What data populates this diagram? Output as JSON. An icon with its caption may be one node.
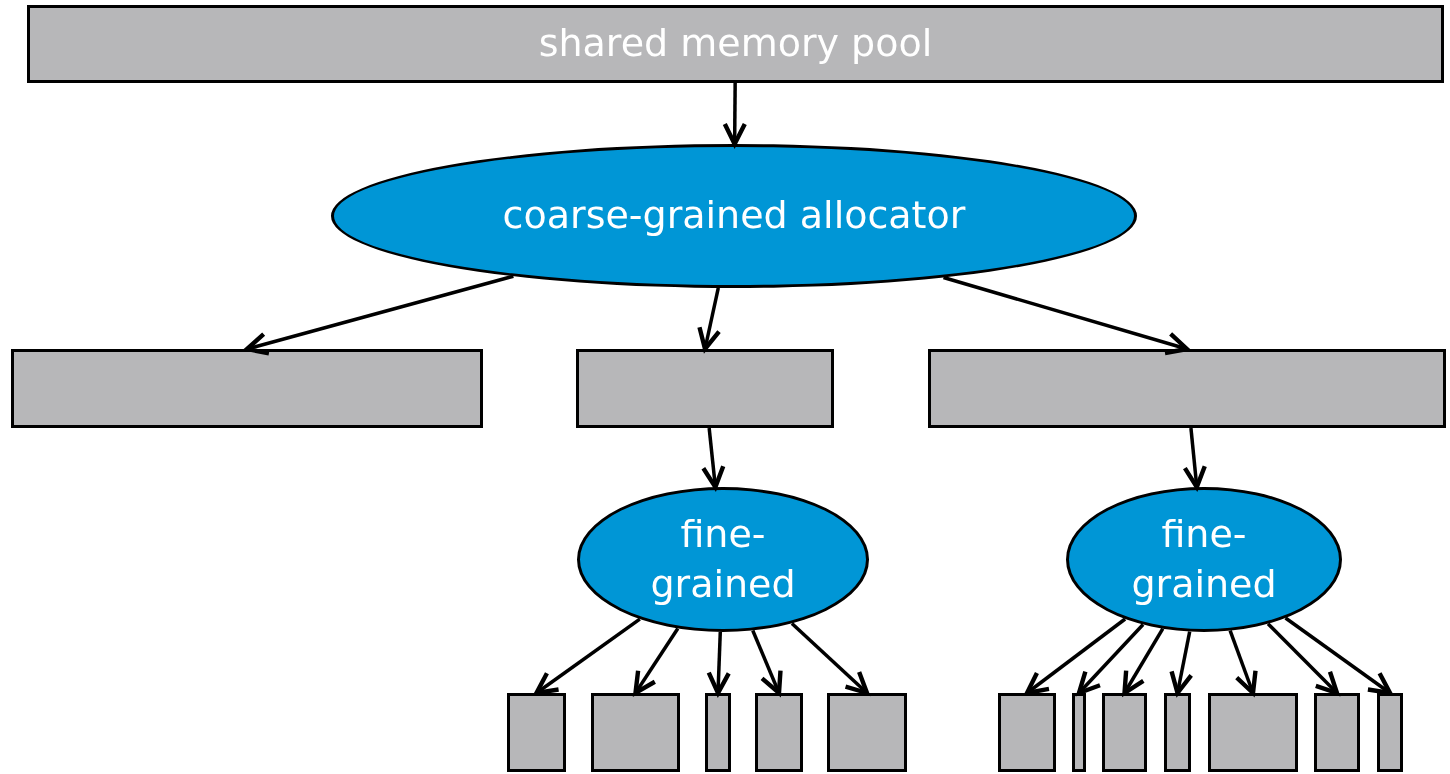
{
  "diagram": {
    "nodes": [
      {
        "text": [
          "shared memory pool"
        ]
      },
      {
        "text": [
          "coarse-grained allocator"
        ]
      },
      {
        "text": [],
        "shape": "box"
      },
      {
        "text": [],
        "shape": "box"
      },
      {
        "text": [],
        "shape": "box"
      },
      {
        "text": [
          "fine-grained"
        ]
      },
      {
        "text": [
          "fine-grained"
        ]
      },
      {
        "text": [],
        "shape": "box"
      },
      {
        "text": [],
        "shape": "box"
      },
      {
        "text": [],
        "shape": "box"
      },
      {
        "text": [],
        "shape": "box"
      },
      {
        "text": [],
        "shape": "box"
      },
      {
        "text": [],
        "shape": "box"
      },
      {
        "text": [],
        "shape": "box"
      },
      {
        "text": [],
        "shape": "box"
      },
      {
        "text": [],
        "shape": "box"
      },
      {
        "text": [],
        "shape": "box"
      },
      {
        "text": [],
        "shape": "box"
      },
      {
        "text": [],
        "shape": "box"
      }
    ],
    "edges": [
      {
        "from": 0,
        "to": 1,
        "arrow": "to"
      },
      {
        "from": 1,
        "to": 2,
        "arrow": "to"
      },
      {
        "from": 1,
        "to": 3,
        "arrow": "to"
      },
      {
        "from": 1,
        "to": 4,
        "arrow": "to"
      },
      {
        "from": 3,
        "to": 5,
        "arrow": "to"
      },
      {
        "from": 4,
        "to": 6,
        "arrow": "to"
      },
      {
        "from": 5,
        "to": 7,
        "arrow": "to"
      },
      {
        "from": 5,
        "to": 8,
        "arrow": "to"
      },
      {
        "from": 5,
        "to": 9,
        "arrow": "to"
      },
      {
        "from": 5,
        "to": 10,
        "arrow": "to"
      },
      {
        "from": 5,
        "to": 11,
        "arrow": "to"
      },
      {
        "from": 6,
        "to": 12,
        "arrow": "to"
      },
      {
        "from": 6,
        "to": 13,
        "arrow": "to"
      },
      {
        "from": 6,
        "to": 14,
        "arrow": "to"
      },
      {
        "from": 6,
        "to": 15,
        "arrow": "to"
      },
      {
        "from": 6,
        "to": 16,
        "arrow": "to"
      },
      {
        "from": 6,
        "to": 17,
        "arrow": "to"
      },
      {
        "from": 6,
        "to": 18,
        "arrow": "to"
      }
    ]
  }
}
